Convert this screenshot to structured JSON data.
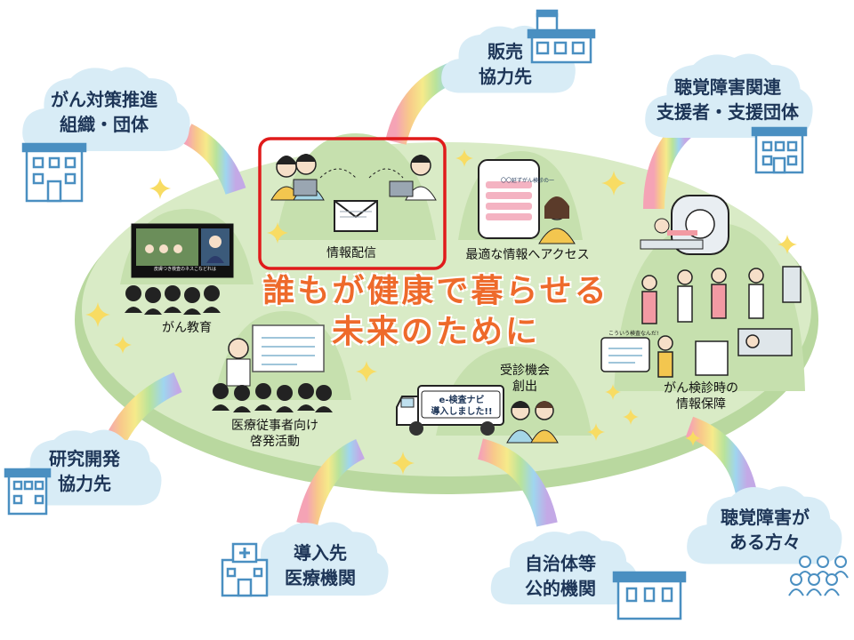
{
  "slogan": {
    "line1": "誰もが健康で暮らせる",
    "line2": "未来のために"
  },
  "stakeholders": {
    "cancer_orgs": {
      "line1": "がん対策推進",
      "line2": "組織・団体"
    },
    "sales": {
      "line1": "販売",
      "line2": "協力先"
    },
    "hearing_support": {
      "line1": "聴覚障害関連",
      "line2": "支援者・支援団体"
    },
    "research": {
      "line1": "研究開発",
      "line2": "協力先"
    },
    "hospitals": {
      "line1": "導入先",
      "line2": "医療機関"
    },
    "municipalities": {
      "line1": "自治体等",
      "line2": "公的機関"
    },
    "hearing_impaired": {
      "line1": "聴覚障害が",
      "line2": "ある方々"
    }
  },
  "scenes": {
    "info_delivery": {
      "label": "情報配信",
      "highlighted": true,
      "highlight_color": "#e01b1b"
    },
    "best_access": {
      "label": "最適な情報へアクセス",
      "phone_title": "〇〇延ずがん検診の一"
    },
    "cancer_education": {
      "label": "がん教育",
      "screen_caption": "皮膚つき検査のネスこなどれは"
    },
    "staff_awareness": {
      "line1": "医療従事者向け",
      "line2": "啓発活動"
    },
    "screening_opportunity": {
      "line1": "受診機会",
      "line2": "創出",
      "truck_line1": "e-検査ナビ",
      "truck_line2": "導入しました!!"
    },
    "screening_info": {
      "line1": "がん検診時の",
      "line2": "情報保障",
      "bubble": "こういう検査なんだ!"
    }
  },
  "colors": {
    "slogan": "#ee6a2b",
    "island": "#d9ebc6",
    "island_edge": "#b9d89f",
    "cloud": "#d8ecf6",
    "building": "#4a8fc1",
    "sparkle": "#f8dc63"
  }
}
